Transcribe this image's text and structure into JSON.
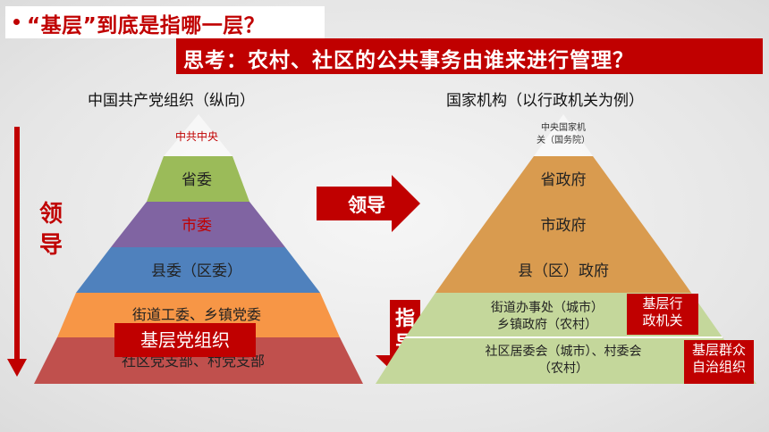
{
  "question": "“基层”到底是指哪一层？",
  "think": "思考：农村、社区的公共事务由谁来进行管理？",
  "left": {
    "header": "中国共产党组织（纵向）",
    "arrow_label_1": "领",
    "arrow_label_2": "导",
    "levels": [
      "中共中央",
      "省委",
      "市委",
      "县委（区委）",
      "街道工委、乡镇党委",
      "社区党支部、村党支部"
    ],
    "tag": "基层党组织"
  },
  "middle": {
    "lead_label": "领导",
    "guide_label_1": "指",
    "guide_label_2": "导"
  },
  "right": {
    "header": "国家机构（以行政机关为例）",
    "top_line1": "中央国家机",
    "top_line2": "关（国务院）",
    "levels": [
      "省政府",
      "市政府",
      "县（区）政府"
    ],
    "level5_line1": "街道办事处（城市）",
    "level5_line2": "乡镇政府（农村）",
    "level6_line1": "社区居委会（城市）、村委会",
    "level6_line2": "（农村）",
    "tag_admin_line1": "基层行",
    "tag_admin_line2": "政机关",
    "tag_self_line1": "基层群众",
    "tag_self_line2": "自治组织"
  },
  "colors": {
    "accent_red": "#c00000",
    "green": "#9bbb59",
    "purple": "#8064a2",
    "blue": "#4f81bd",
    "orange": "#f79646",
    "dark_red": "#c0504d",
    "tan": "#d99b4f",
    "light_green": "#c4d79b"
  }
}
